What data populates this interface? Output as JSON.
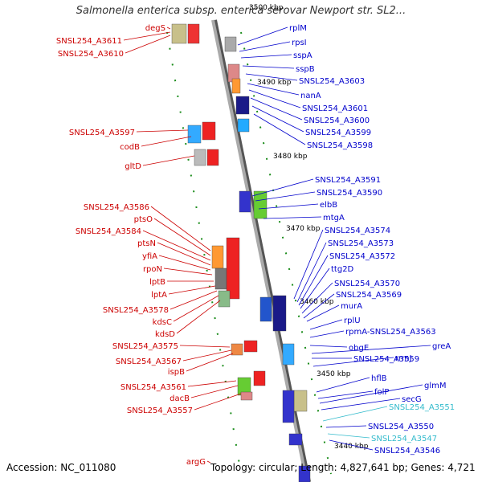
{
  "title": "Salmonella enterica subsp. enterica serovar Newport str. SL2...",
  "footer": {
    "accession": "Accession: NC_011080",
    "topology": "Topology: circular; Length: 4,827,641 bp; Genes: 4,721"
  },
  "colors": {
    "left": "#cc0000",
    "right": "#0000cc",
    "cyan": "#33bbcc",
    "backbone": "#888888"
  },
  "ticks": [
    "3500 kbp",
    "3490 kbp",
    "3480 kbp",
    "3470 kbp",
    "3460 kbp",
    "3450 kbp",
    "3440 kbp"
  ],
  "left_genes": [
    "degS",
    "SNSL254_A3611",
    "SNSL254_A3610",
    "SNSL254_A3597",
    "codB",
    "gltD",
    "SNSL254_A3586",
    "ptsO",
    "SNSL254_A3584",
    "ptsN",
    "yfiA",
    "rpoN",
    "lptB",
    "lptA",
    "SNSL254_A3578",
    "kdsC",
    "kdsD",
    "SNSL254_A3575",
    "SNSL254_A3567",
    "ispB",
    "SNSL254_A3561",
    "dacB",
    "SNSL254_A3557",
    "argG"
  ],
  "right_genes": [
    "rplM",
    "rpsI",
    "sspA",
    "sspB",
    "SNSL254_A3603",
    "nanA",
    "SNSL254_A3601",
    "SNSL254_A3600",
    "SNSL254_A3599",
    "SNSL254_A3598",
    "SNSL254_A3591",
    "SNSL254_A3590",
    "elbB",
    "mtgA",
    "SNSL254_A3574",
    "SNSL254_A3573",
    "SNSL254_A3572",
    "ttg2D",
    "SNSL254_A3570",
    "SNSL254_A3569",
    "murA",
    "rplU",
    "rpmA-SNSL254_A3563",
    "obgE",
    "greA",
    "SNSL254_A3559",
    "rrmJ",
    "hflB",
    "folP",
    "glmM",
    "secG",
    "SNSL254_A3551",
    "SNSL254_A3550",
    "SNSL254_A3547",
    "SNSL254_A3546"
  ]
}
